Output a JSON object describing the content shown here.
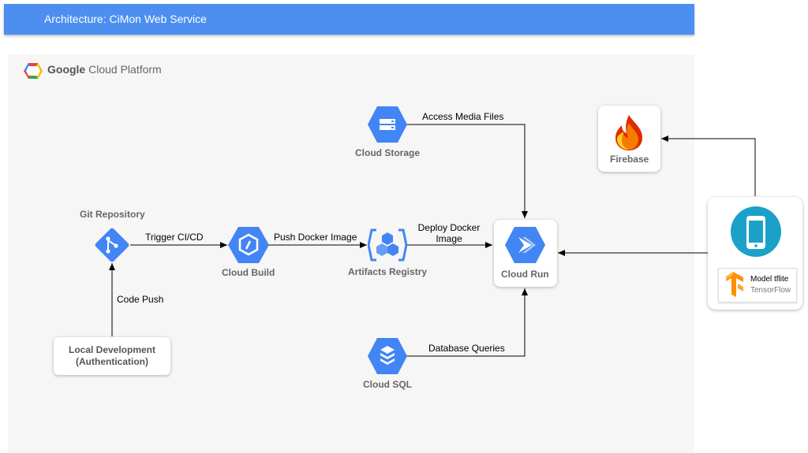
{
  "header": {
    "title": "Architecture: CiMon Web Service"
  },
  "platform": {
    "name_bold": "Google",
    "name_rest": " Cloud Platform"
  },
  "nodes": {
    "git": {
      "label": "Git Repository"
    },
    "local_dev": {
      "line1": "Local Development",
      "line2": "(Authentication)"
    },
    "cloud_build": {
      "label": "Cloud Build"
    },
    "artifacts": {
      "label": "Artifacts Registry"
    },
    "cloud_storage": {
      "label": "Cloud Storage"
    },
    "cloud_run": {
      "label": "Cloud Run"
    },
    "cloud_sql": {
      "label": "Cloud SQL"
    },
    "firebase": {
      "label": "Firebase"
    },
    "mobile": {
      "model": "Model tflite",
      "framework": "TensorFlow"
    }
  },
  "edges": {
    "code_push": "Code Push",
    "trigger": "Trigger CI/CD",
    "push_image": "Push Docker Image",
    "deploy_line1": "Deploy Docker",
    "deploy_line2": "Image",
    "media": "Access Media Files",
    "queries": "Database Queries"
  },
  "colors": {
    "banner": "#4c8ff0",
    "gcp_blue": "#4285f4",
    "panel": "#f6f6f6",
    "firebase_orange": "#f57c00",
    "firebase_yellow": "#ffca28",
    "mobile_teal": "#1ba1c8",
    "tensorflow_orange": "#ff8f00"
  },
  "icons": [
    "gcp-logo-icon",
    "git-icon",
    "cloud-build-icon",
    "artifacts-registry-icon",
    "cloud-storage-icon",
    "cloud-run-icon",
    "cloud-sql-icon",
    "firebase-flame-icon",
    "smartphone-icon",
    "tensorflow-icon"
  ]
}
